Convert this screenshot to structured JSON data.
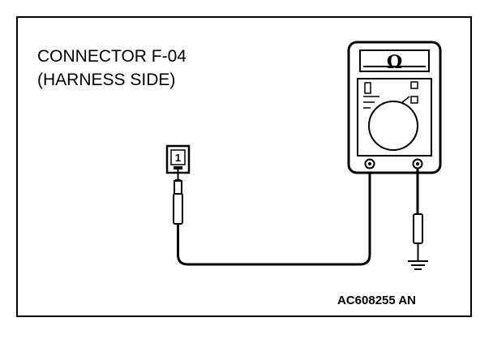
{
  "connector_title": "CONNECTOR F-04",
  "connector_subtitle": "(HARNESS SIDE)",
  "pin_number": "1",
  "meter_symbol": "Ω",
  "figure_code": "AC608255 AN"
}
